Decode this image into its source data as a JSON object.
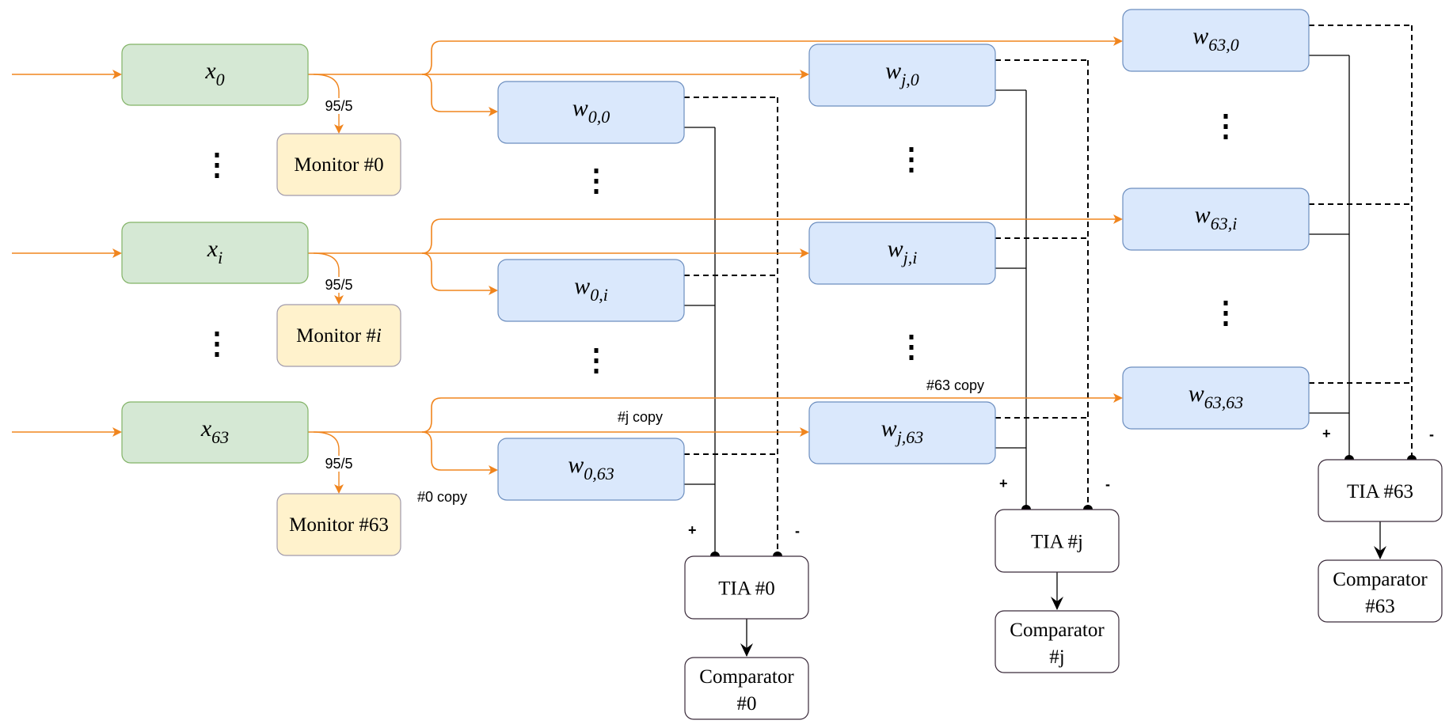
{
  "colors": {
    "optical": "#f0851e",
    "input_fill": "#d5e8d4",
    "input_stroke": "#82b366",
    "weight_fill": "#dae8fc",
    "weight_stroke": "#6c8ebf",
    "monitor_fill": "#fff2cc",
    "monitor_stroke": "#a09aac",
    "circuit_stroke": "#3a2a3a",
    "wire": "#000000"
  },
  "inputs": [
    {
      "id": "x0",
      "var": "x",
      "sub": "0"
    },
    {
      "id": "xi",
      "var": "x",
      "sub": "i"
    },
    {
      "id": "x63",
      "var": "x",
      "sub": "63"
    }
  ],
  "split_ratio_label": "95/5",
  "monitors": [
    {
      "id": "monitor-0",
      "label": "Monitor #0",
      "prefix": "Monitor #",
      "index": "0",
      "index_italic": false
    },
    {
      "id": "monitor-i",
      "label": "Monitor #i",
      "prefix": "Monitor #",
      "index": "i",
      "index_italic": true
    },
    {
      "id": "monitor-63",
      "label": "Monitor #63",
      "prefix": "Monitor #",
      "index": "63",
      "index_italic": false
    }
  ],
  "weight_columns": [
    {
      "id": "col-0",
      "weights": [
        {
          "var": "w",
          "sub": "0,0"
        },
        {
          "var": "w",
          "sub": "0,i"
        },
        {
          "var": "w",
          "sub": "0,63"
        }
      ],
      "tia": "TIA #0",
      "comparator_line1": "Comparator",
      "comparator_line2": "#0"
    },
    {
      "id": "col-j",
      "weights": [
        {
          "var": "w",
          "sub": "j,0"
        },
        {
          "var": "w",
          "sub": "j,i"
        },
        {
          "var": "w",
          "sub": "j,63"
        }
      ],
      "tia": "TIA #j",
      "comparator_line1": "Comparator",
      "comparator_line2": "#j"
    },
    {
      "id": "col-63",
      "weights": [
        {
          "var": "w",
          "sub": "63,0"
        },
        {
          "var": "w",
          "sub": "63,i"
        },
        {
          "var": "w",
          "sub": "63,63"
        }
      ],
      "tia": "TIA #63",
      "comparator_line1": "Comparator",
      "comparator_line2": "#63"
    }
  ],
  "copy_labels": {
    "copy0": "#0 copy",
    "copyj": "#j copy",
    "copy63": "#63 copy"
  },
  "polarity": {
    "plus": "+",
    "minus": "-"
  },
  "ellipsis_icon": "vertical-ellipsis"
}
